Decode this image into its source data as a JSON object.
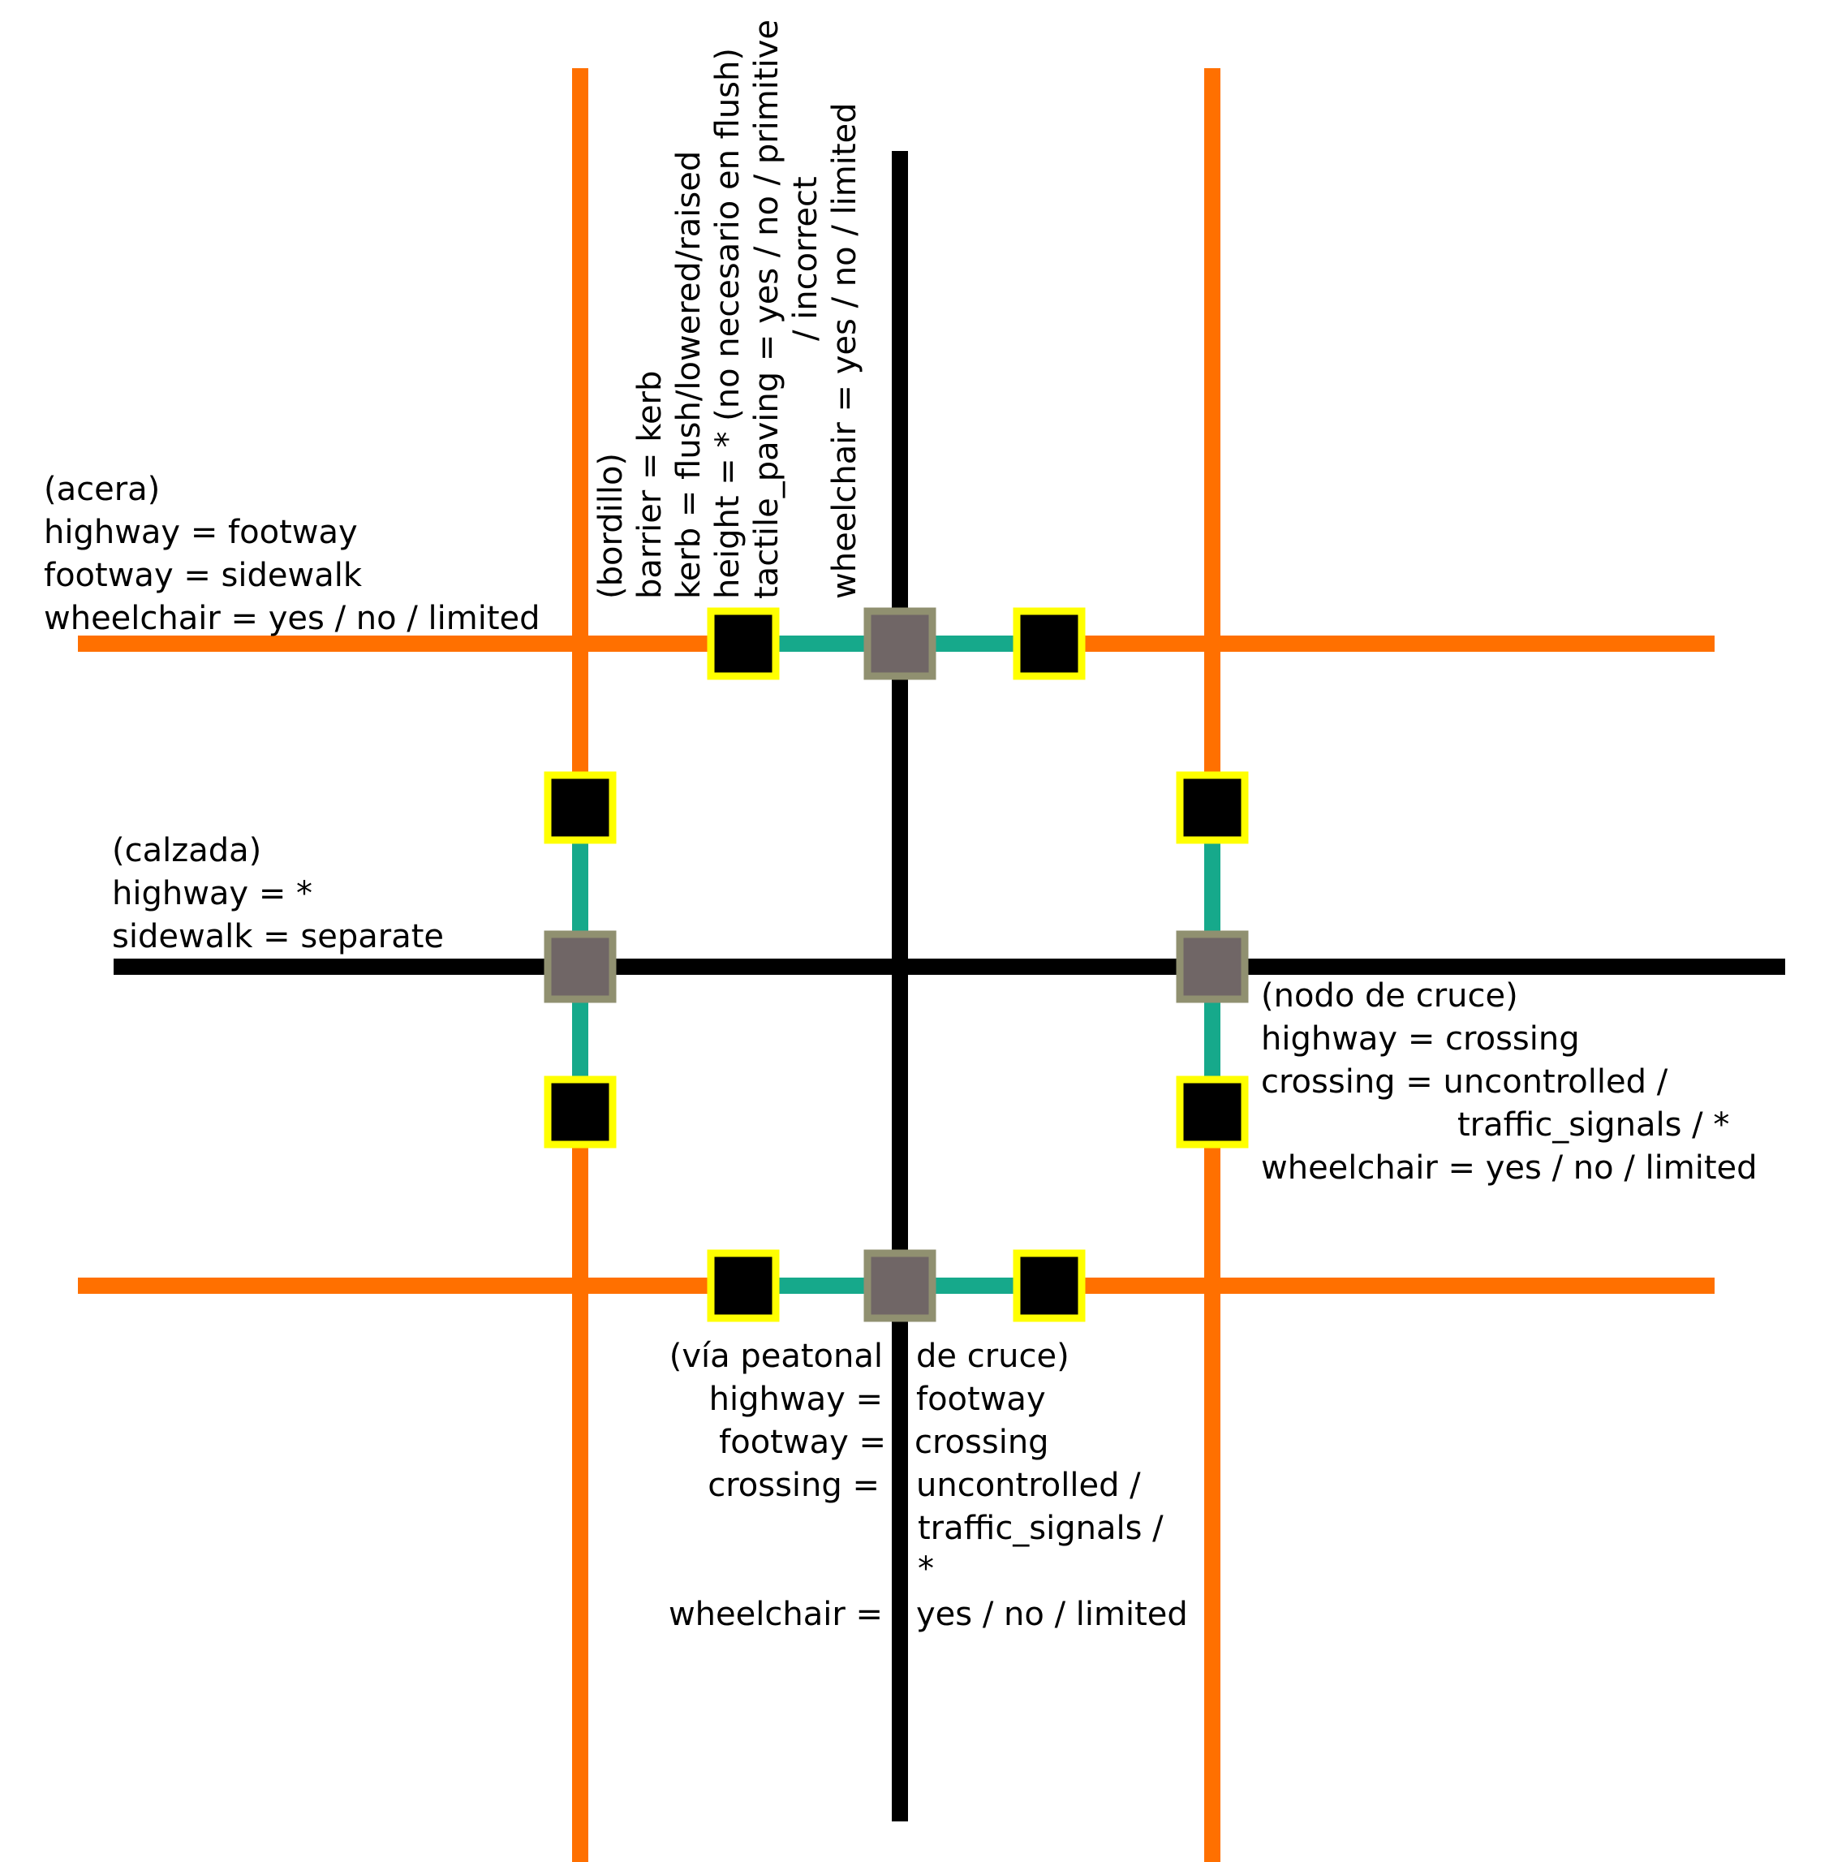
{
  "colors": {
    "sidewalk": "#ff7000",
    "road": "#000000",
    "crossing_way": "#16a98b",
    "kerb_fill": "#000000",
    "kerb_border": "#ffff00",
    "crossing_node_fill": "#706666",
    "crossing_node_border": "#909070"
  },
  "labels": {
    "acera": {
      "title": "(acera)",
      "line1": "highway = footway",
      "line2": "footway = sidewalk",
      "line3": "wheelchair = yes / no / limited"
    },
    "calzada": {
      "title": "(calzada)",
      "line1": "highway = *",
      "line2": "sidewalk = separate"
    },
    "bordillo": {
      "title": "(bordillo)",
      "line1": "barrier = kerb",
      "line2": "kerb = flush/lowered/raised",
      "line3": "height = * (no necesario en flush)",
      "line4": "tactile_paving = yes / no / primitive",
      "line5": "/ incorrect",
      "line6": "wheelchair = yes / no / limited"
    },
    "nodo": {
      "title": "(nodo de cruce)",
      "line1": "highway = crossing",
      "line2": "crossing = uncontrolled /",
      "line3": "traffic_signals / *",
      "line4": "wheelchair = yes / no / limited"
    },
    "via": {
      "title_a": "(vía peatonal",
      "title_b": "de cruce)",
      "key1": "highway =",
      "val1": "footway",
      "key2": "footway =",
      "val2": "crossing",
      "key3": "crossing =",
      "val3a": "uncontrolled /",
      "val3b": "traffic_signals /",
      "val3c": "*",
      "key4": "wheelchair =",
      "val4": "yes / no / limited"
    }
  }
}
